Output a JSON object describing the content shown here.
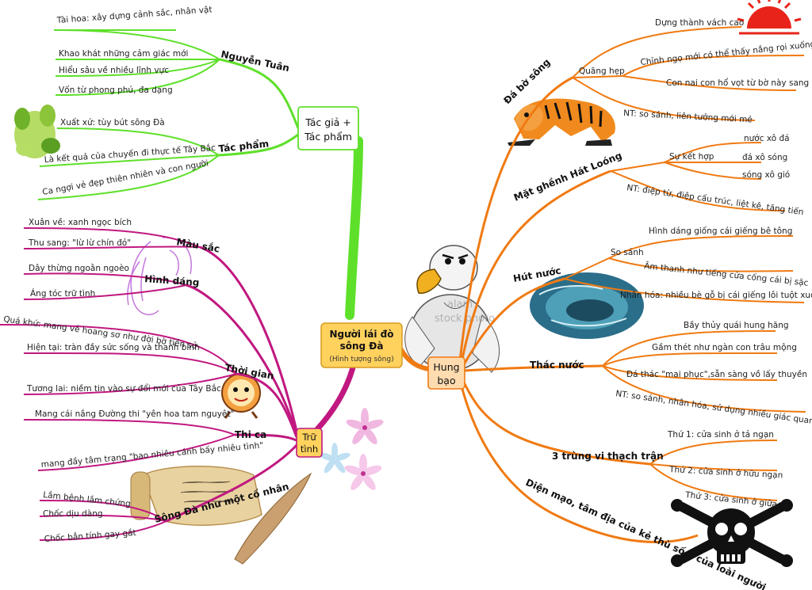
{
  "center": {
    "title_line1": "Người lái đò",
    "title_line2": "sông Đà",
    "subtitle": "(Hình tượng sông)"
  },
  "hubs": {
    "tacgia_line1": "Tác giả +",
    "tacgia_line2": "Tác phẩm",
    "hungbao_line1": "Hung",
    "hungbao_line2": "bạo",
    "trutinh_line1": "Trữ",
    "trutinh_line2": "tình"
  },
  "tacgia": {
    "nguyentuan": {
      "label": "Nguyễn Tuân",
      "items": [
        "Tài hoa: xây dựng cảnh sắc, nhân vật",
        "Khao khát những cảm giác mới",
        "Hiểu sâu về nhiều lĩnh vực",
        "Vốn từ phong phú, đa dạng"
      ]
    },
    "tacpham": {
      "label": "Tác phẩm",
      "items": [
        "Xuất xứ: tùy bút sông Đà",
        "Là kết quả của chuyến đi thực tế Tây Bắc",
        "Ca ngợi vẻ đẹp thiên nhiên và con người"
      ]
    }
  },
  "hungbao": {
    "dabo": {
      "label": "Đá bờ sông",
      "sub_label": "Quãng hẹp",
      "items": [
        "Dựng thành vách cao",
        "Chỉnh ngọ mới có thể thấy nắng rọi xuống mặt sông",
        "Con nai con hổ vọt từ bờ này sang bờ kia",
        "NT: so sánh, liên tưởng mới mẻ"
      ]
    },
    "matghenh": {
      "label": "Mặt ghềnh Hát Loóng",
      "sub_label": "Sự kết hợp",
      "items": [
        "nước xô đá",
        "đá xô sóng",
        "sóng xô gió",
        "NT: điệp từ, điệp cấu trúc, liệt kê, tăng tiến"
      ]
    },
    "hutnuoc": {
      "label": "Hút nước",
      "sub_label": "So sánh",
      "items": [
        "Hình dáng giống cái giếng bê tông",
        "Âm thanh như tiếng cửa cống cái bị sặc",
        "Nhân hóa: nhiều bè gỗ bị cái giếng lôi tuột xuống"
      ]
    },
    "thacnuoc": {
      "label": "Thác nước",
      "items": [
        "Bầy thủy quái hung hăng",
        "Gầm thét như ngàn con trâu mộng",
        "Đá thác \"mai phục\",sẵn sàng vồ lấy thuyền",
        "NT: so sánh, nhân hóa, sử dụng nhiều giác quan"
      ]
    },
    "trungvi": {
      "label": "3 trùng vi thạch trận",
      "items": [
        "Thứ 1: cửa sinh ở tả ngạn",
        "Thứ 2: cửa sinh ở hữu ngạn",
        "Thứ 3: cửa sinh ở giữa"
      ]
    },
    "dienmao": {
      "label": "Diện mạo, tâm địa của kẻ thù số 1 của loài người"
    }
  },
  "trutinh": {
    "mausac": {
      "label": "Màu sắc",
      "items": [
        "Xuân về: xanh ngọc bích",
        "Thu sang: \"lừ lừ chín đỏ\""
      ]
    },
    "hinhdang": {
      "label": "Hình dáng",
      "items": [
        "Dây thừng ngoằn ngoèo",
        "Áng tóc trữ tình"
      ]
    },
    "thoigian": {
      "label": "Thời gian",
      "items": [
        "Quá khứ: mang vẻ hoang sơ như đời bờ tiền sử",
        "Hiện tại: tràn đầy sức sống và thanh bình",
        "Tương lai: niềm tin vào sự đổi mới của Tây Bắc"
      ]
    },
    "thica": {
      "label": "Thi ca",
      "items": [
        "Mang cái nắng Đường thi \"yên hoa tam nguyệt\"",
        "mang đầy tâm trạng \"bao nhiêu cánh bấy nhiêu tình\""
      ]
    },
    "codnhan": {
      "label": "Sông Đà như một cố nhân",
      "items": [
        "Lắm bệnh lắm chứng",
        "Chốc dịu dàng",
        "Chốc bẳn tính gay gắt"
      ]
    }
  },
  "watermark": {
    "line1": "alam",
    "line2": "stock photo"
  },
  "colors": {
    "green": "#5ee02a",
    "orange": "#f07a12",
    "magenta": "#c01880",
    "center_fill": "#ffd25e",
    "hub_fill": "#ffdcb0"
  }
}
